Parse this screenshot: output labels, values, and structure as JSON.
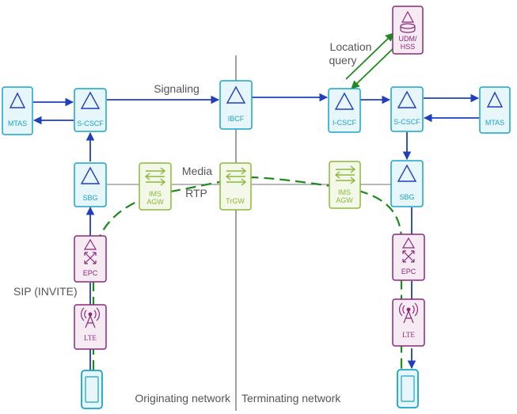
{
  "colors": {
    "blue": "#1f3fbf",
    "teal_stroke": "#1aa3c8",
    "teal_fill": "#e6f6fb",
    "green_stroke": "#8cb83a",
    "green_fill": "#f3f8e8",
    "purple_stroke": "#8a2a7a",
    "purple_fill": "#f6eaf3",
    "media_green": "#1e8a1e",
    "divider": "#444444",
    "text": "#555555"
  },
  "nodes": {
    "mtas_left": {
      "label": "MTAS"
    },
    "scscf_left": {
      "label": "S-CSCF"
    },
    "sbg_left": {
      "label": "SBG"
    },
    "agw_left": {
      "label": [
        "IMS",
        "AGW"
      ]
    },
    "epc_left": {
      "label": "EPC"
    },
    "lte_left": {
      "label": "LTE"
    },
    "ibcf": {
      "label": "IBCF"
    },
    "trgw": {
      "label": "TrGW"
    },
    "udm_hss": {
      "label": [
        "UDM/",
        "HSS"
      ]
    },
    "icscf": {
      "label": "I-CSCF"
    },
    "scscf_right": {
      "label": "S-CSCF"
    },
    "mtas_right": {
      "label": "MTAS"
    },
    "agw_right": {
      "label": [
        "IMS",
        "AGW"
      ]
    },
    "sbg_right": {
      "label": "SBG"
    },
    "epc_right": {
      "label": "EPC"
    },
    "lte_right": {
      "label": "LTE"
    }
  },
  "labels": {
    "signaling": "Signaling",
    "location_query": [
      "Location",
      "query"
    ],
    "media": "Media",
    "rtp": "RTP",
    "sip_invite": "SIP (INVITE)",
    "originating_network": "Originating network",
    "terminating_network": "Terminating network"
  }
}
